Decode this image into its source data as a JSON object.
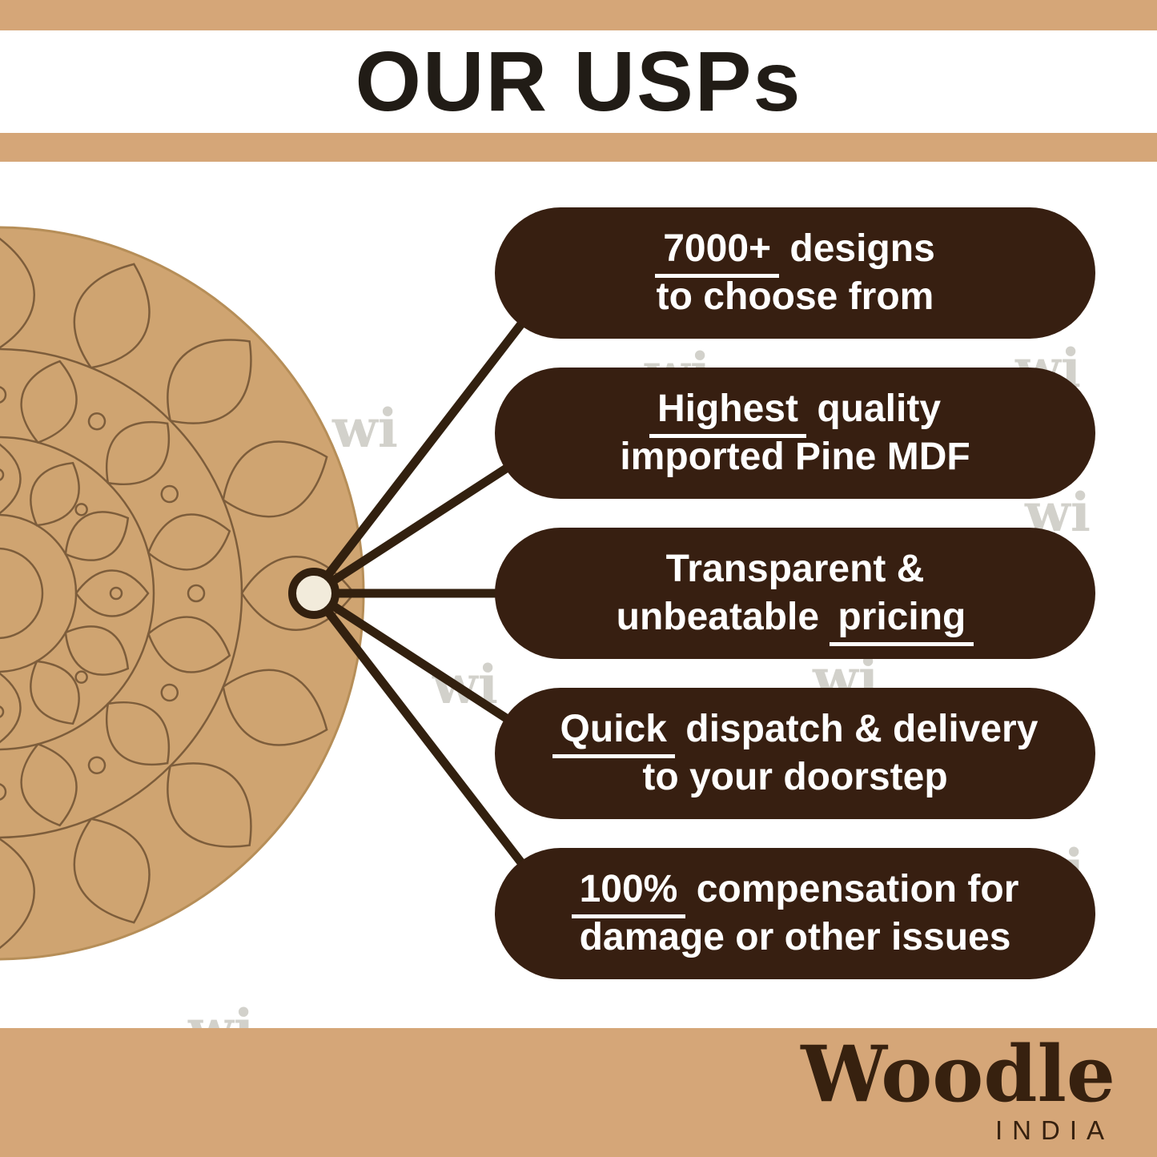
{
  "header": {
    "title": "OUR USPs"
  },
  "watermark": {
    "text": "wi"
  },
  "colors": {
    "accent_tan": "#d5a678",
    "board_tan": "#cfa471",
    "bubble_brown": "#371f11",
    "hub_cream": "#f2ebdb",
    "title_text": "#211c16",
    "watermark_gray": "#cbcac2"
  },
  "usps": [
    {
      "l1": {
        "pre": "",
        "u": "7000+",
        "post": " designs"
      },
      "l2": {
        "pre": "to choose from",
        "u": "",
        "post": ""
      }
    },
    {
      "l1": {
        "pre": "",
        "u": "Highest",
        "post": " quality"
      },
      "l2": {
        "pre": "imported Pine MDF",
        "u": "",
        "post": ""
      }
    },
    {
      "l1": {
        "pre": "Transparent &",
        "u": "",
        "post": ""
      },
      "l2": {
        "pre": "unbeatable ",
        "u": "pricing",
        "post": ""
      }
    },
    {
      "l1": {
        "pre": "",
        "u": "Quick",
        "post": " dispatch & delivery"
      },
      "l2": {
        "pre": "to your doorstep",
        "u": "",
        "post": ""
      }
    },
    {
      "l1": {
        "pre": "",
        "u": "100%",
        "post": " compensation for"
      },
      "l2": {
        "pre": "damage or other issues",
        "u": "",
        "post": ""
      }
    }
  ],
  "footer": {
    "brand": "Woodle",
    "country": "INDIA"
  }
}
